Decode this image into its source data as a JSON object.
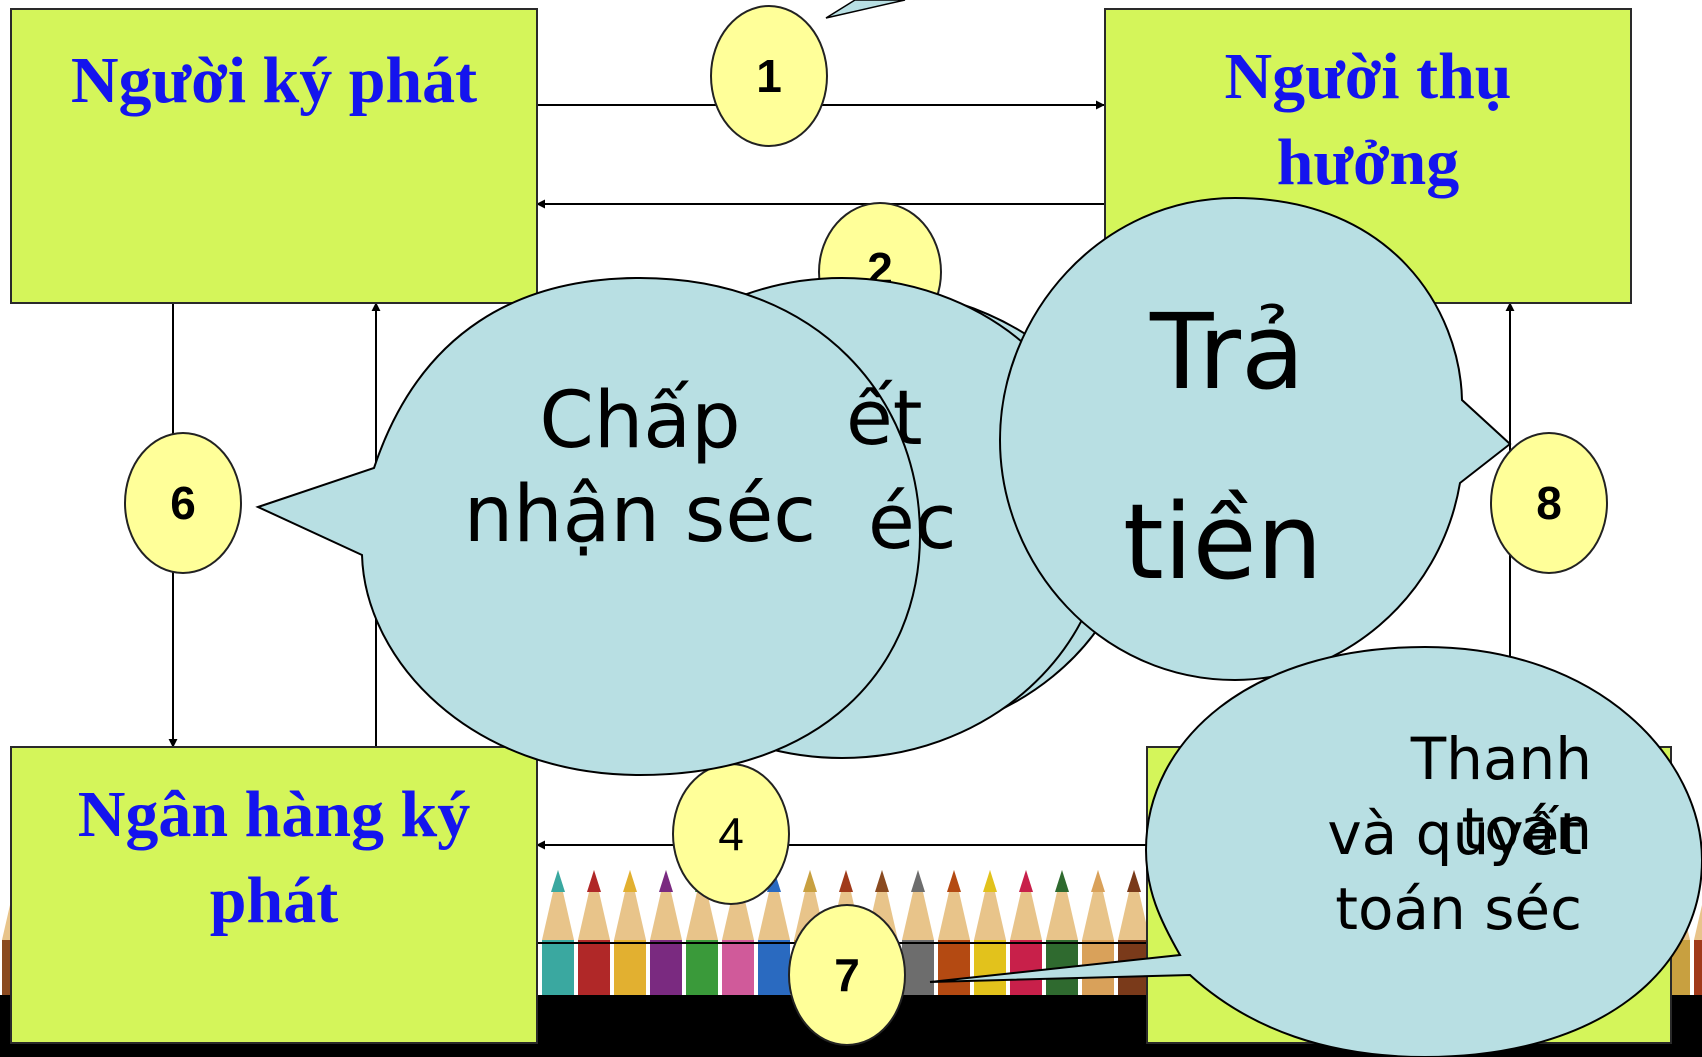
{
  "colors": {
    "box_fill": "#d4f55a",
    "box_text": "#1414ee",
    "number_fill": "#ffff99",
    "callout_fill": "#b8dfe3"
  },
  "boxes": {
    "drawer": "Người ký phát",
    "beneficiary": "Người thụ hưởng",
    "drawer_bank": "Ngân hàng ký phát"
  },
  "numbers": {
    "n1": "1",
    "n2": "2",
    "n4": "4",
    "n6": "6",
    "n7": "7",
    "n8": "8"
  },
  "callouts": {
    "hidden_fragment_1": "ết",
    "hidden_fragment_2": "éc",
    "accept": "Chấp nhận séc",
    "pay_line1": "Trả",
    "pay_line2": "tiền",
    "settle_line1": "Thanh toán",
    "settle_line2": "và quyết",
    "settle_line3": "toán séc"
  },
  "background_image": "colored-pencils-strip"
}
